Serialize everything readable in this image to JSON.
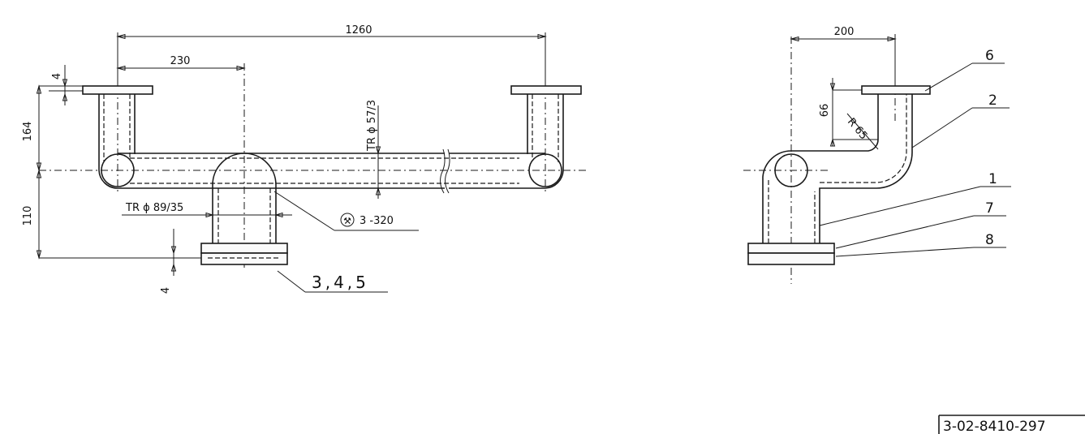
{
  "dimensions": {
    "overall_length": "1260",
    "offset_to_branch": "230",
    "flange_thickness_top": "4",
    "height_upper": "164",
    "height_lower": "110",
    "flange_thickness_bottom": "4",
    "side_width": "200",
    "side_height": "66",
    "bend_radius": "R 65"
  },
  "callouts": {
    "main_pipe": "TR ϕ 57/3",
    "branch_pipe": "TR ϕ 89/35",
    "weld_note": "3 -320",
    "weld_symbol": "⚒",
    "parts_front": "3,4,5",
    "part_6": "6",
    "part_2": "2",
    "part_1": "1",
    "part_7": "7",
    "part_8": "8"
  },
  "title_block": {
    "drawing_number": "3-02-8410-297"
  }
}
